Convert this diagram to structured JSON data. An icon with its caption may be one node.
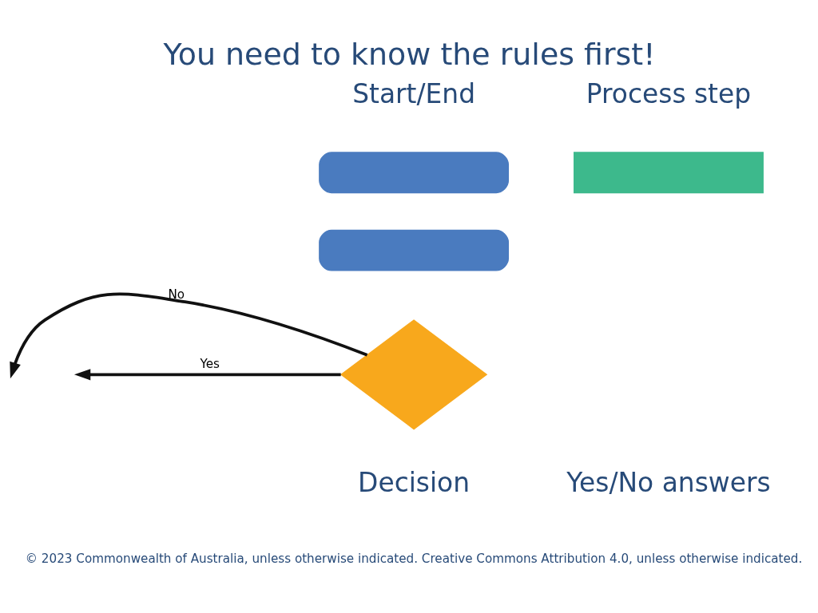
{
  "diagram": {
    "title": "You need to know the rules first!",
    "nodes": [
      {
        "text": [],
        "shape": "box"
      },
      {
        "text": [],
        "shape": "box"
      },
      {
        "text": [],
        "shape": "box"
      },
      {
        "text": [],
        "shape": "diamond"
      }
    ],
    "edges": [
      {
        "from": 3,
        "to": null,
        "arrow": "to",
        "label": "No"
      },
      {
        "from": 3,
        "to": null,
        "arrow": "to",
        "label": "Yes"
      }
    ],
    "labels": [
      "Start/End",
      "Process step",
      "Yes/No answers",
      "Decision",
      "© 2023 Commonwealth of Australia, unless otherwise indicated. Creative Commons Attribution 4.0, unless otherwise indicated."
    ]
  }
}
